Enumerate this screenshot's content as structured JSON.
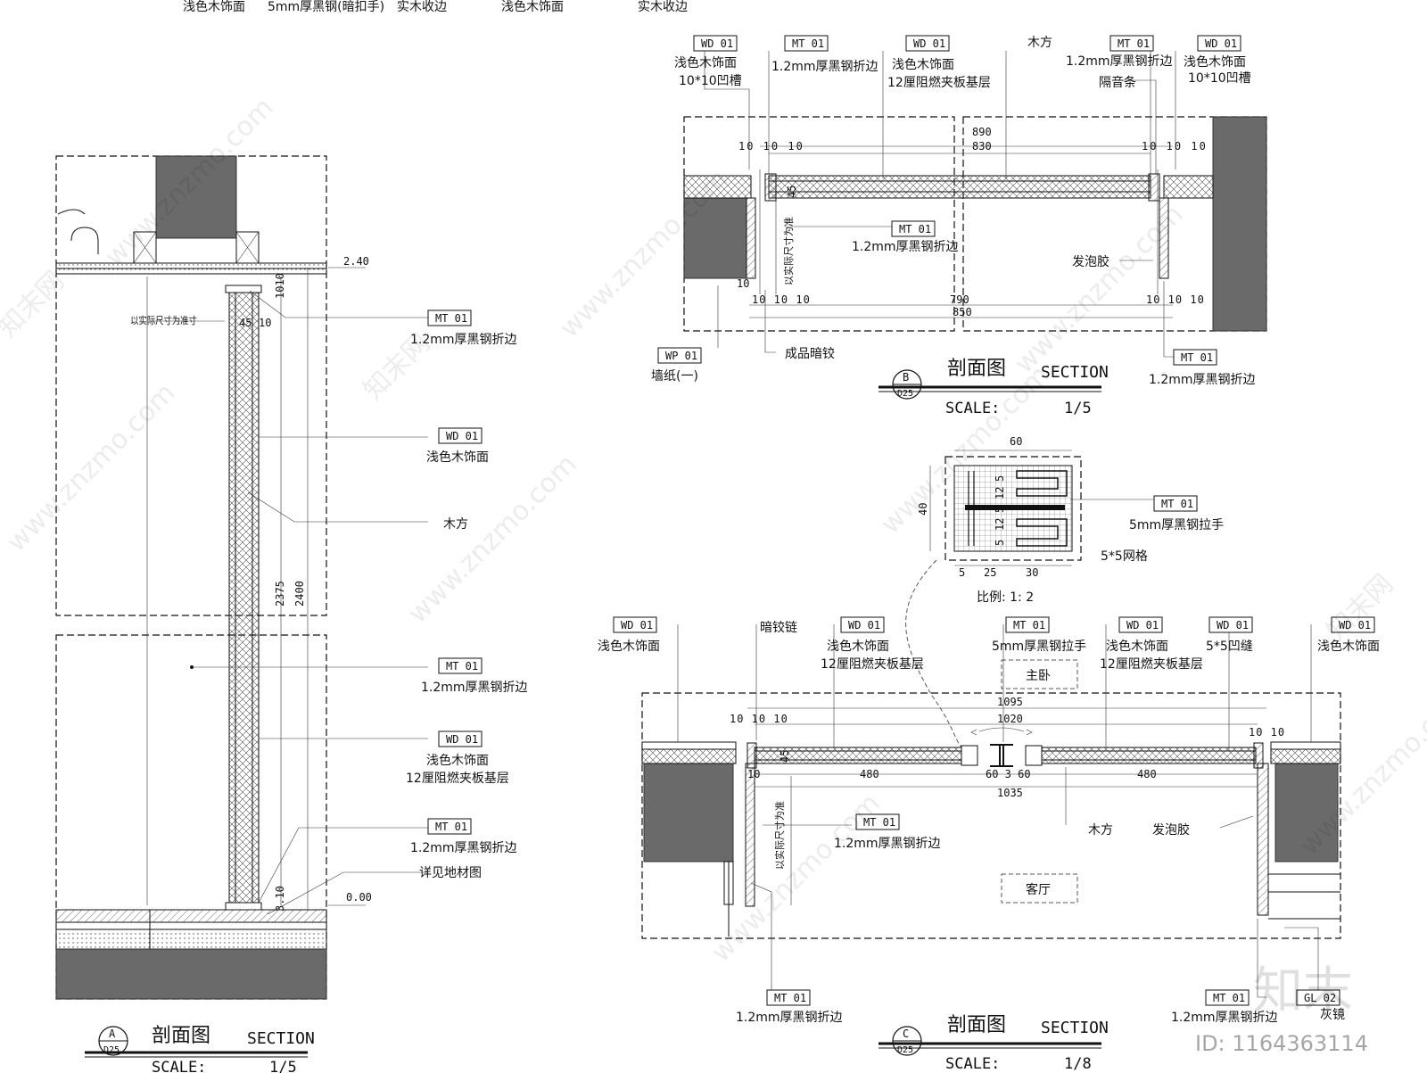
{
  "top_strip": {
    "items": [
      "浅色木饰面",
      "5mm厚黑钢(暗扣手)",
      "实木收边",
      "浅色木饰面",
      "实木收边"
    ]
  },
  "section_a": {
    "title_cn": "剖面图",
    "title_en": "SECTION",
    "tag_letter": "A",
    "tag_sheet": "D25",
    "scale_label": "SCALE:",
    "scale_value": "1/5",
    "dims": {
      "d240": "2.40",
      "d1010": "1010",
      "d45": "45",
      "d10": "10",
      "d2375": "2375",
      "d2400": "2400",
      "d310": "3.10",
      "d000": "0.00",
      "actual": "以实际尺寸为准寸"
    },
    "callouts": [
      {
        "tag": "MT 01",
        "text": [
          "1.2mm厚黑钢折边"
        ]
      },
      {
        "tag": "WD 01",
        "text": [
          "浅色木饰面"
        ]
      },
      {
        "tag": "",
        "text": [
          "木方"
        ]
      },
      {
        "tag": "MT 01",
        "text": [
          "1.2mm厚黑钢折边"
        ]
      },
      {
        "tag": "WD 01",
        "text": [
          "浅色木饰面",
          "12厘阻燃夹板基层"
        ]
      },
      {
        "tag": "MT 01",
        "text": [
          "1.2mm厚黑钢折边"
        ]
      },
      {
        "tag": "",
        "text": [
          "详见地材图"
        ]
      }
    ]
  },
  "section_b": {
    "title_cn": "剖面图",
    "title_en": "SECTION",
    "tag_letter": "B",
    "tag_sheet": "D25",
    "scale_label": "SCALE:",
    "scale_value": "1/5",
    "dims": {
      "top1": "890",
      "top2": "830",
      "bot1": "790",
      "bot2": "850",
      "d10": "10",
      "d45": "45",
      "left_row": "10 10 10",
      "right_row": "10 10 10",
      "bot_left": "10 10 10",
      "bot_right": "10 10 10",
      "actual": "以实际尺寸为准"
    },
    "callouts": [
      {
        "tag": "WD 01",
        "text": [
          "浅色木饰面",
          "10*10凹槽"
        ]
      },
      {
        "tag": "MT 01",
        "text": [
          "1.2mm厚黑钢折边"
        ]
      },
      {
        "tag": "WD 01",
        "text": [
          "浅色木饰面",
          "12厘阻燃夹板基层"
        ]
      },
      {
        "tag": "",
        "text": [
          "木方"
        ]
      },
      {
        "tag": "MT 01",
        "text": [
          "1.2mm厚黑钢折边",
          "隔音条"
        ]
      },
      {
        "tag": "WD 01",
        "text": [
          "浅色木饰面",
          "10*10凹槽"
        ]
      },
      {
        "tag": "MT 01",
        "text": [
          "1.2mm厚黑钢折边"
        ]
      },
      {
        "tag": "",
        "text": [
          "发泡胶"
        ]
      },
      {
        "tag": "WP 01",
        "text": [
          "墙纸(一)"
        ]
      },
      {
        "tag": "",
        "text": [
          "成品暗铰"
        ]
      },
      {
        "tag": "MT 01",
        "text": [
          "1.2mm厚黑钢折边"
        ]
      }
    ]
  },
  "handle_detail": {
    "dims": {
      "w60": "60",
      "h40": "40",
      "a5": "5",
      "a12": "12",
      "b5": "5",
      "b12": "12",
      "c5": "5",
      "bot5": "5",
      "bot25": "25",
      "bot30": "30"
    },
    "tag": "MT 01",
    "text": "5mm厚黑钢拉手",
    "grid_text": "5*5网格",
    "scale_text": "比例: 1: 2"
  },
  "section_c": {
    "title_cn": "剖面图",
    "title_en": "SECTION",
    "tag_letter": "C",
    "tag_sheet": "D25",
    "scale_label": "SCALE:",
    "scale_value": "1/8",
    "rooms": {
      "top": "主卧",
      "bottom": "客厅"
    },
    "dims": {
      "d1095": "1095",
      "d1020": "1020",
      "d480a": "480",
      "d480b": "480",
      "mid": "60  3  60",
      "d1035": "1035",
      "left_row": "10 10 10",
      "right_row": "10 10",
      "d45": "45",
      "d10": "10",
      "actual": "以实际尺寸为准"
    },
    "callouts": [
      {
        "tag": "WD 01",
        "text": [
          "浅色木饰面"
        ]
      },
      {
        "tag": "",
        "text": [
          "暗铰链"
        ]
      },
      {
        "tag": "WD 01",
        "text": [
          "浅色木饰面",
          "12厘阻燃夹板基层"
        ]
      },
      {
        "tag": "MT 01",
        "text": [
          "5mm厚黑钢拉手"
        ]
      },
      {
        "tag": "WD 01",
        "text": [
          "浅色木饰面",
          "12厘阻燃夹板基层"
        ]
      },
      {
        "tag": "WD 01",
        "text": [
          "5*5凹缝"
        ]
      },
      {
        "tag": "WD 01",
        "text": [
          "浅色木饰面"
        ]
      },
      {
        "tag": "MT 01",
        "text": [
          "1.2mm厚黑钢折边"
        ]
      },
      {
        "tag": "",
        "text": [
          "木方"
        ]
      },
      {
        "tag": "",
        "text": [
          "发泡胶"
        ]
      },
      {
        "tag": "MT 01",
        "text": [
          "1.2mm厚黑钢折边"
        ]
      },
      {
        "tag": "MT 01",
        "text": [
          "1.2mm厚黑钢折边"
        ]
      },
      {
        "tag": "GL 02",
        "text": [
          "灰镜"
        ]
      }
    ]
  },
  "watermark": {
    "site": "www.znzmo.com",
    "brand": "知末网",
    "logo": "知末",
    "id_text": "ID: 1164363114"
  },
  "colors": {
    "wall": "#6a6a6a",
    "line": "#111111"
  }
}
